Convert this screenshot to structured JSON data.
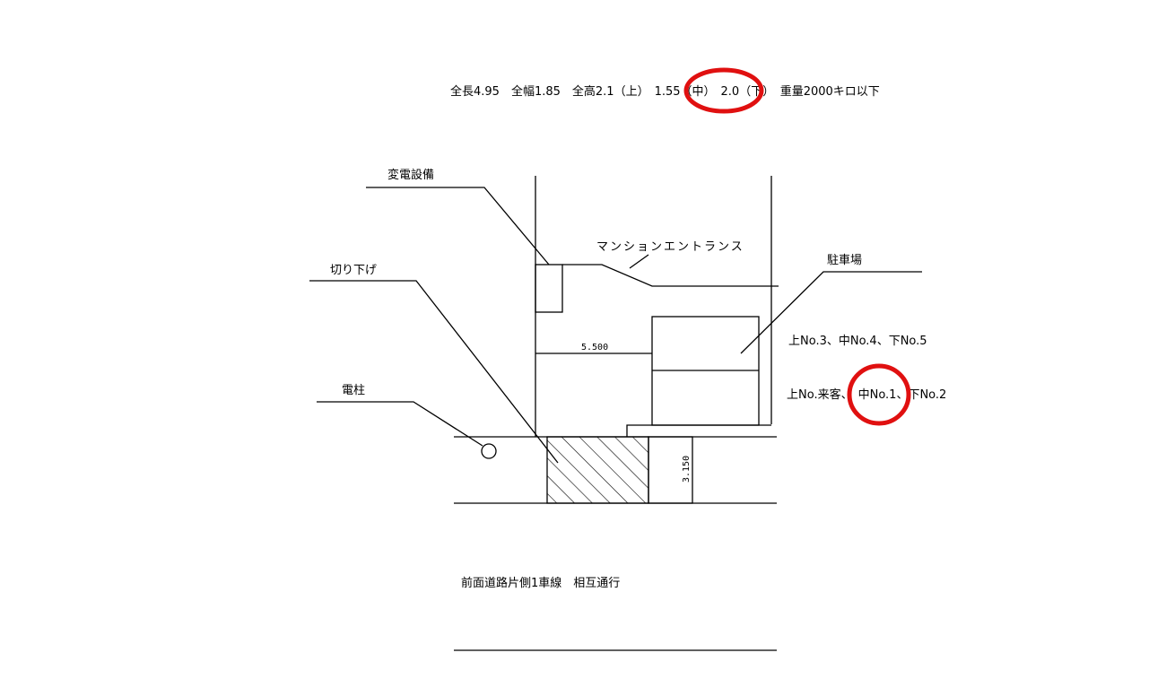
{
  "spec_line": {
    "part1": "全長4.95　全幅1.85　全高2.1（上）",
    "part2": "1.55（中）",
    "part3": "2.0（下）　重量2000キロ以下"
  },
  "labels": {
    "substation": "変電設備",
    "entrance": "マンションエントランス",
    "parking": "駐車場",
    "cut_down": "切り下げ",
    "pole": "電柱",
    "road": "前面道路片側1車線　相互通行"
  },
  "parking_numbers": {
    "row1": "上No.3、中No.4、下No.5",
    "row2_a": "上No.来客、",
    "row2_b": "中No.1、",
    "row2_c": "下No.2"
  },
  "dimensions": {
    "width": "5.500",
    "depth": "3.150"
  },
  "colors": {
    "highlight": "#e01010",
    "ink": "#000000"
  }
}
